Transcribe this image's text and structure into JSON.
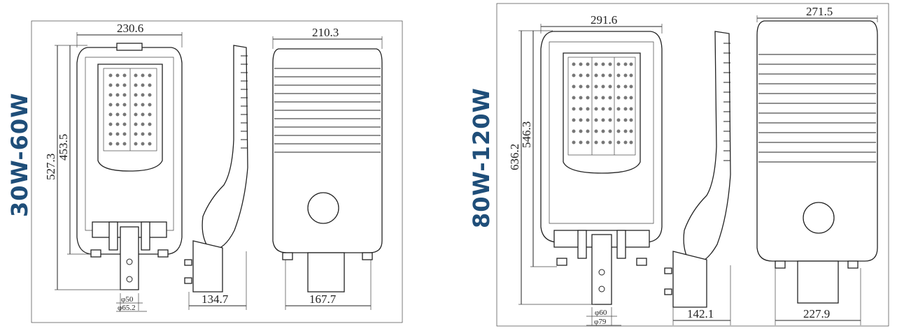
{
  "left": {
    "label": "30W-60W",
    "dims": {
      "front_width": "230.6",
      "back_width": "210.3",
      "overall_height": "527.3",
      "body_height": "453.5",
      "side_depth": "134.7",
      "back_bottom_width": "167.7",
      "pole_inner": "φ50",
      "pole_outer": "φ65.2"
    }
  },
  "right": {
    "label": "80W-120W",
    "dims": {
      "front_width": "291.6",
      "back_width": "271.5",
      "overall_height": "636.2",
      "body_height": "546.3",
      "side_depth": "142.1",
      "back_bottom_width": "227.9",
      "pole_inner": "φ60",
      "pole_outer": "φ79"
    }
  }
}
